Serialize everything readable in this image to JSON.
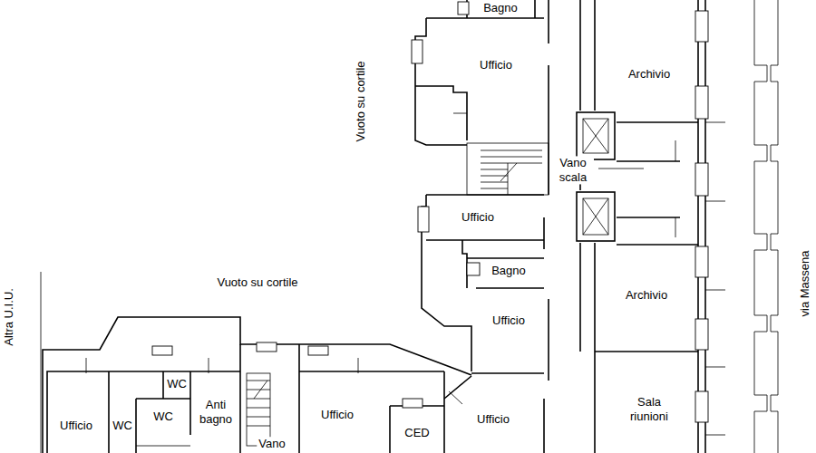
{
  "diagram": {
    "labels": [
      "Bagno",
      "Ufficio",
      "Archivio",
      "Vuoto su cortile",
      "Vano scala",
      "Ufficio",
      "Bagno",
      "Archivio",
      "Ufficio",
      "Sala riunioni",
      "via Massena",
      "Altra U.I.U.",
      "Vuoto su cortile",
      "WC",
      "WC",
      "Anti bagno",
      "WC",
      "Ufficio",
      "Ufficio",
      "CED",
      "Ufficio",
      "Vano"
    ]
  }
}
